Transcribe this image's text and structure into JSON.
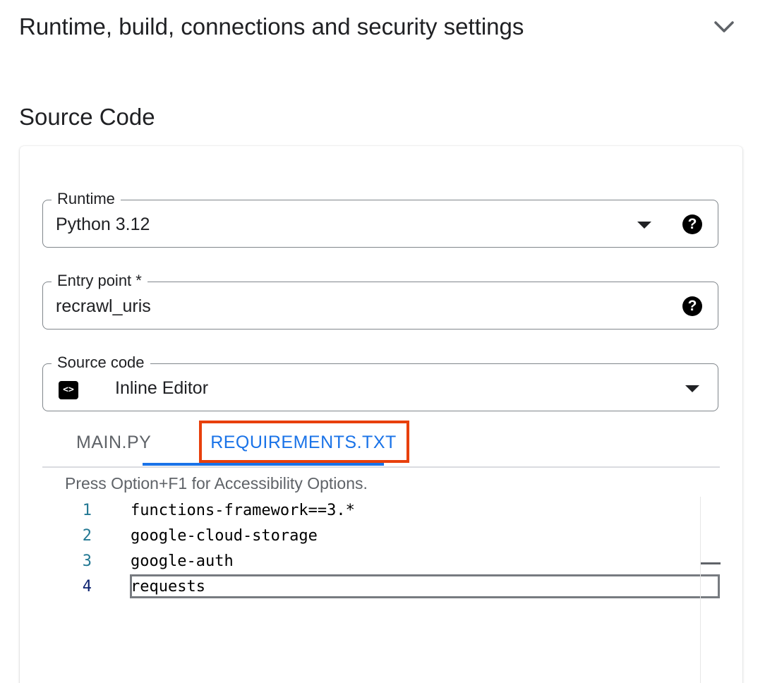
{
  "collapsible": {
    "title": "Runtime, build, connections and security settings",
    "icon": "chevron-down-icon"
  },
  "section": {
    "title": "Source Code"
  },
  "fields": {
    "runtime": {
      "label": "Runtime",
      "value": "Python 3.12",
      "help_icon": "question-mark",
      "help_glyph": "?"
    },
    "entry_point": {
      "label": "Entry point *",
      "value": "recrawl_uris",
      "help_icon": "question-mark",
      "help_glyph": "?"
    },
    "source_code": {
      "label": "Source code",
      "value": "Inline Editor",
      "icon": "code-icon",
      "icon_glyph": "<>"
    }
  },
  "tabs": [
    {
      "label": "MAIN.PY",
      "active": false
    },
    {
      "label": "REQUIREMENTS.TXT",
      "active": true
    }
  ],
  "editor": {
    "accessibility_hint": "Press Option+F1 for Accessibility Options.",
    "current_line": 4,
    "lines": [
      {
        "number": "1",
        "text": "functions-framework==3.*"
      },
      {
        "number": "2",
        "text": "google-cloud-storage"
      },
      {
        "number": "3",
        "text": "google-auth"
      },
      {
        "number": "4",
        "text": "requests"
      }
    ]
  },
  "colors": {
    "accent": "#1a73e8",
    "highlight": "#e8400c",
    "line_number": "#237893",
    "text": "#202124",
    "muted": "#5f6368"
  }
}
